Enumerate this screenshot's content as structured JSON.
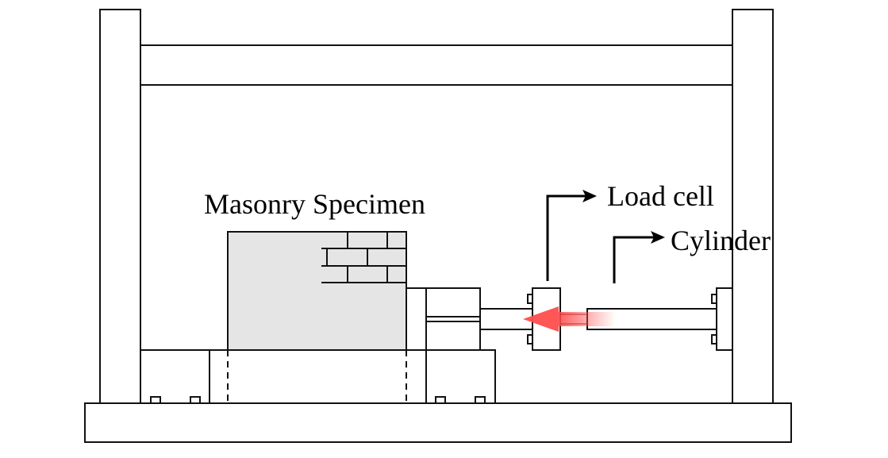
{
  "diagram": {
    "title": "Masonry specimen test frame",
    "labels": {
      "specimen": "Masonry Specimen",
      "load_cell": "Load cell",
      "cylinder": "Cylinder"
    },
    "colors": {
      "specimen_fill": "#e5e5e5",
      "load_arrow": "#ff4d4d",
      "line": "#111111"
    },
    "load_direction": "leftward"
  }
}
